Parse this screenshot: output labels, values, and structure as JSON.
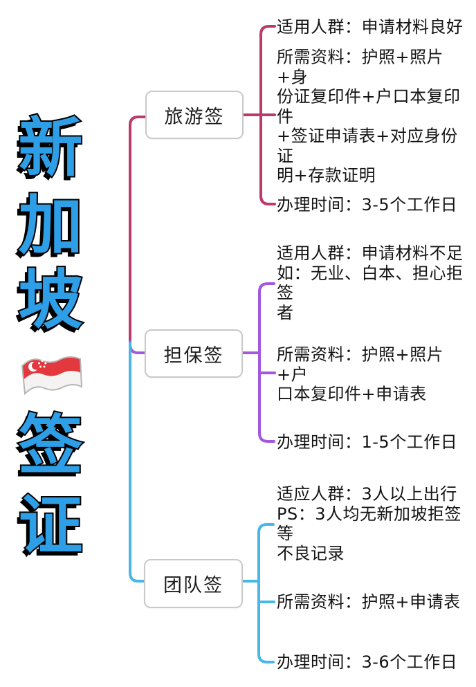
{
  "title": {
    "chars": [
      "新",
      "加",
      "坡",
      "签",
      "证"
    ],
    "color": "#2e9fe6",
    "flag": {
      "name": "singapore-flag",
      "red": "#e2383e",
      "white": "#f5f3f1",
      "outline": "#b5b5b5"
    }
  },
  "root_color": "#49b6e8",
  "branches": [
    {
      "label": "旅游签",
      "color": "#bc3a6a",
      "items": [
        {
          "text": "适用人群：申请材料良好"
        },
        {
          "text": "所需资料：护照+照片+身\n份证复印件+户口本复印件\n+签证申请表+对应身份证\n明+存款证明"
        },
        {
          "text": "办理时间：3-5个工作日"
        }
      ]
    },
    {
      "label": "担保签",
      "color": "#a159dd",
      "items": [
        {
          "text": "适用人群：申请材料不足\n如：无业、白本、担心拒签\n者"
        },
        {
          "text": "所需资料：护照+照片+户\n口本复印件+申请表"
        },
        {
          "text": "办理时间：1-5个工作日"
        }
      ]
    },
    {
      "label": "团队签",
      "color": "#49b6e8",
      "items": [
        {
          "text": "适应人群：3人以上出行\nPS：3人均无新加坡拒签等\n不良记录"
        },
        {
          "text": "所需资料：护照+申请表"
        },
        {
          "text": "办理时间：3-6个工作日"
        }
      ]
    }
  ]
}
